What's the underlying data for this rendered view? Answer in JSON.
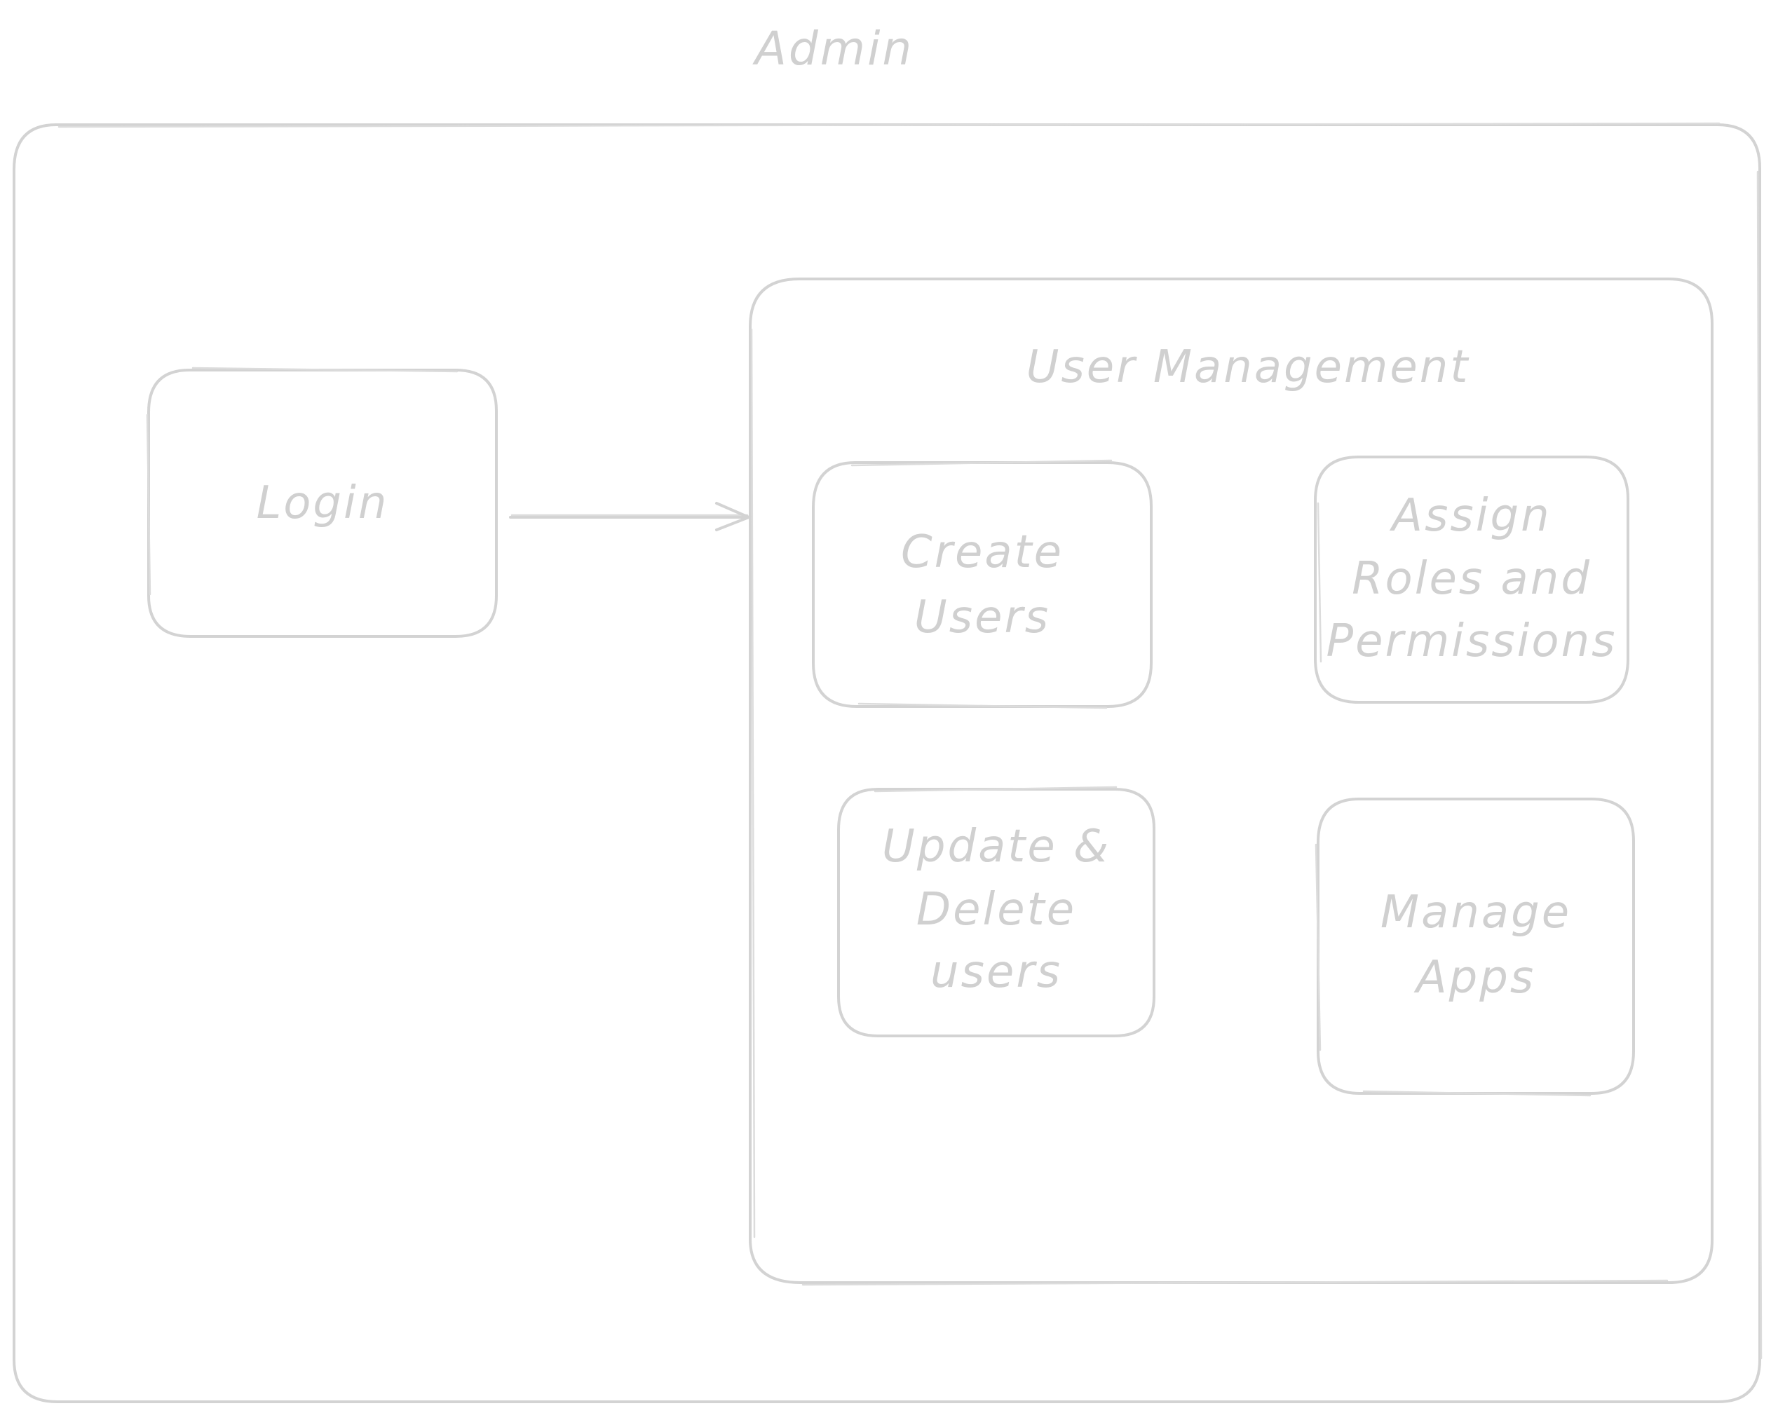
{
  "colors": {
    "stroke": "#d3d3d3",
    "text": "#d0d0d0",
    "background": "#ffffff"
  },
  "diagram": {
    "title": "Admin",
    "login": {
      "label": "Login"
    },
    "user_management": {
      "title": "User Management",
      "create_users": "Create\nUsers",
      "assign_roles": "Assign\nRoles and\nPermissions",
      "update_delete": "Update &\nDelete\nusers",
      "manage_apps": "Manage\nApps"
    }
  }
}
